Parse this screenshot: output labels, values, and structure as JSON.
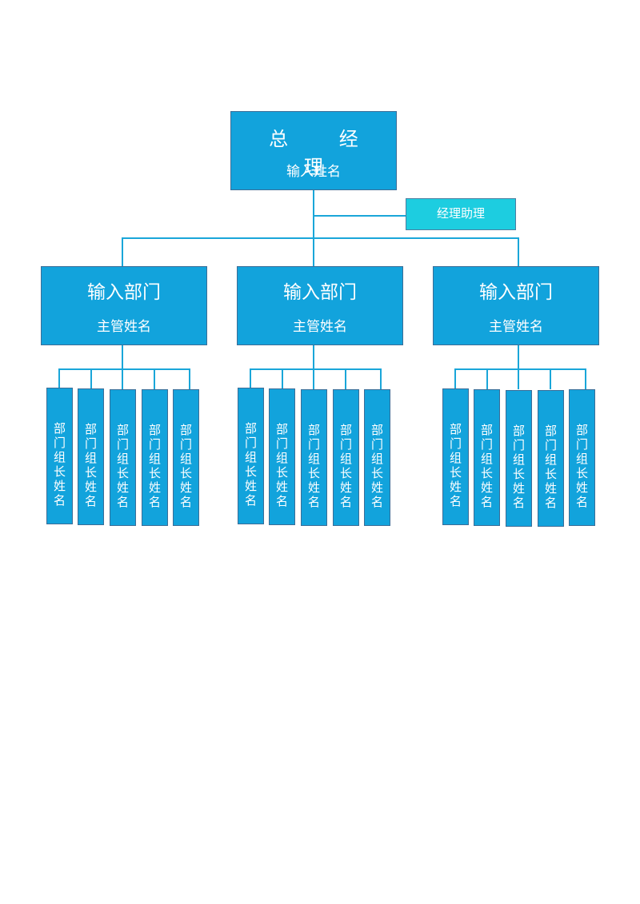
{
  "ceo": {
    "title": "总 经 理",
    "name": "输入姓名"
  },
  "assistant": {
    "label": "经理助理"
  },
  "departments": [
    {
      "title": "输入部门",
      "manager": "主管姓名",
      "leaders": [
        "部门组长姓名",
        "部门组长姓名",
        "部门组长姓名",
        "部门组长姓名",
        "部门组长姓名"
      ]
    },
    {
      "title": "输入部门",
      "manager": "主管姓名",
      "leaders": [
        "部门组长姓名",
        "部门组长姓名",
        "部门组长姓名",
        "部门组长姓名",
        "部门组长姓名"
      ]
    },
    {
      "title": "输入部门",
      "manager": "主管姓名",
      "leaders": [
        "部门组长姓名",
        "部门组长姓名",
        "部门组长姓名",
        "部门组长姓名",
        "部门组长姓名"
      ]
    }
  ],
  "colors": {
    "box": "#12a3dc",
    "assistant": "#1dcde0",
    "line": "#1aa6d9",
    "border": "#3b6d97"
  }
}
